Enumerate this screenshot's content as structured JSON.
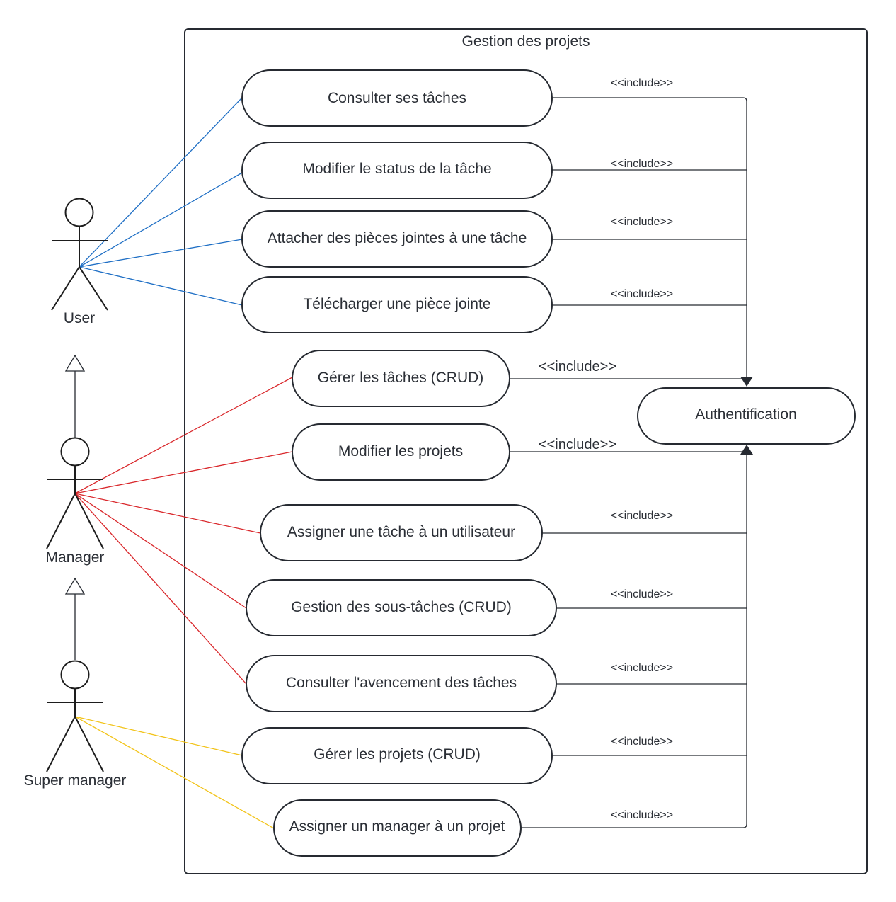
{
  "system": {
    "title": "Gestion des projets"
  },
  "actors": [
    {
      "id": "user",
      "label": "User"
    },
    {
      "id": "manager",
      "label": "Manager"
    },
    {
      "id": "super",
      "label": "Super manager"
    }
  ],
  "use_cases": [
    {
      "id": "uc1",
      "label": "Consulter ses tâches",
      "actor": "user",
      "include": "<<include>>"
    },
    {
      "id": "uc2",
      "label": "Modifier le status de la tâche",
      "actor": "user",
      "include": "<<include>>"
    },
    {
      "id": "uc3",
      "label": "Attacher des pièces jointes à une tâche",
      "actor": "user",
      "include": "<<include>>"
    },
    {
      "id": "uc4",
      "label": "Télécharger une pièce jointe",
      "actor": "user",
      "include": "<<include>>"
    },
    {
      "id": "uc5",
      "label": "Gérer les tâches (CRUD)",
      "actor": "manager",
      "include": "<<include>>"
    },
    {
      "id": "uc6",
      "label": "Modifier les projets",
      "actor": "manager",
      "include": "<<include>>"
    },
    {
      "id": "uc7",
      "label": "Assigner une tâche à un utilisateur",
      "actor": "manager",
      "include": "<<include>>"
    },
    {
      "id": "uc8",
      "label": "Gestion des sous-tâches (CRUD)",
      "actor": "manager",
      "include": "<<include>>"
    },
    {
      "id": "uc9",
      "label": "Consulter l'avencement des tâches",
      "actor": "manager",
      "include": "<<include>>"
    },
    {
      "id": "uc10",
      "label": "Gérer les projets (CRUD)",
      "actor": "super",
      "include": "<<include>>"
    },
    {
      "id": "uc11",
      "label": "Assigner un manager à un projet",
      "actor": "super",
      "include": "<<include>>"
    }
  ],
  "target": {
    "label": "Authentification"
  },
  "colors": {
    "user_association": "#1f6fc5",
    "manager_association": "#d9272b",
    "super_association": "#f2c318",
    "outline": "#262a31"
  }
}
